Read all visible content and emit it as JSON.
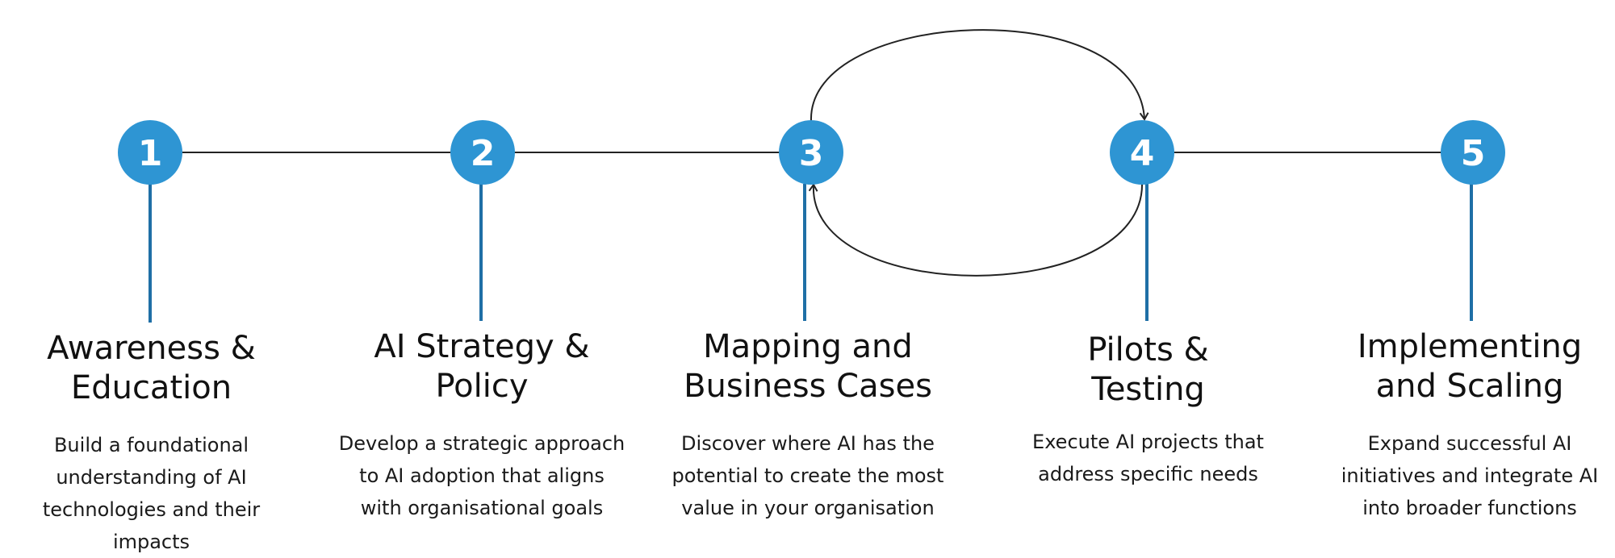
{
  "colors": {
    "accent": "#2e95d3",
    "line": "#222222",
    "stem": "#1f6fa6"
  },
  "steps": [
    {
      "number": "1",
      "title_line1": "Awareness &",
      "title_line2": "Education",
      "description": "Build a foundational understanding of AI technologies and their impacts"
    },
    {
      "number": "2",
      "title_line1": "AI Strategy &",
      "title_line2": "Policy",
      "description": "Develop a strategic approach to AI adoption that aligns with organisational goals"
    },
    {
      "number": "3",
      "title_line1": "Mapping and",
      "title_line2": "Business Cases",
      "description": "Discover where AI has the potential to create the most value in your organisation"
    },
    {
      "number": "4",
      "title_line1": "Pilots &",
      "title_line2": "Testing",
      "description": "Execute AI projects that address specific needs"
    },
    {
      "number": "5",
      "title_line1": "Implementing",
      "title_line2": "and Scaling",
      "description": "Expand successful AI initiatives and integrate AI into broader functions"
    }
  ]
}
